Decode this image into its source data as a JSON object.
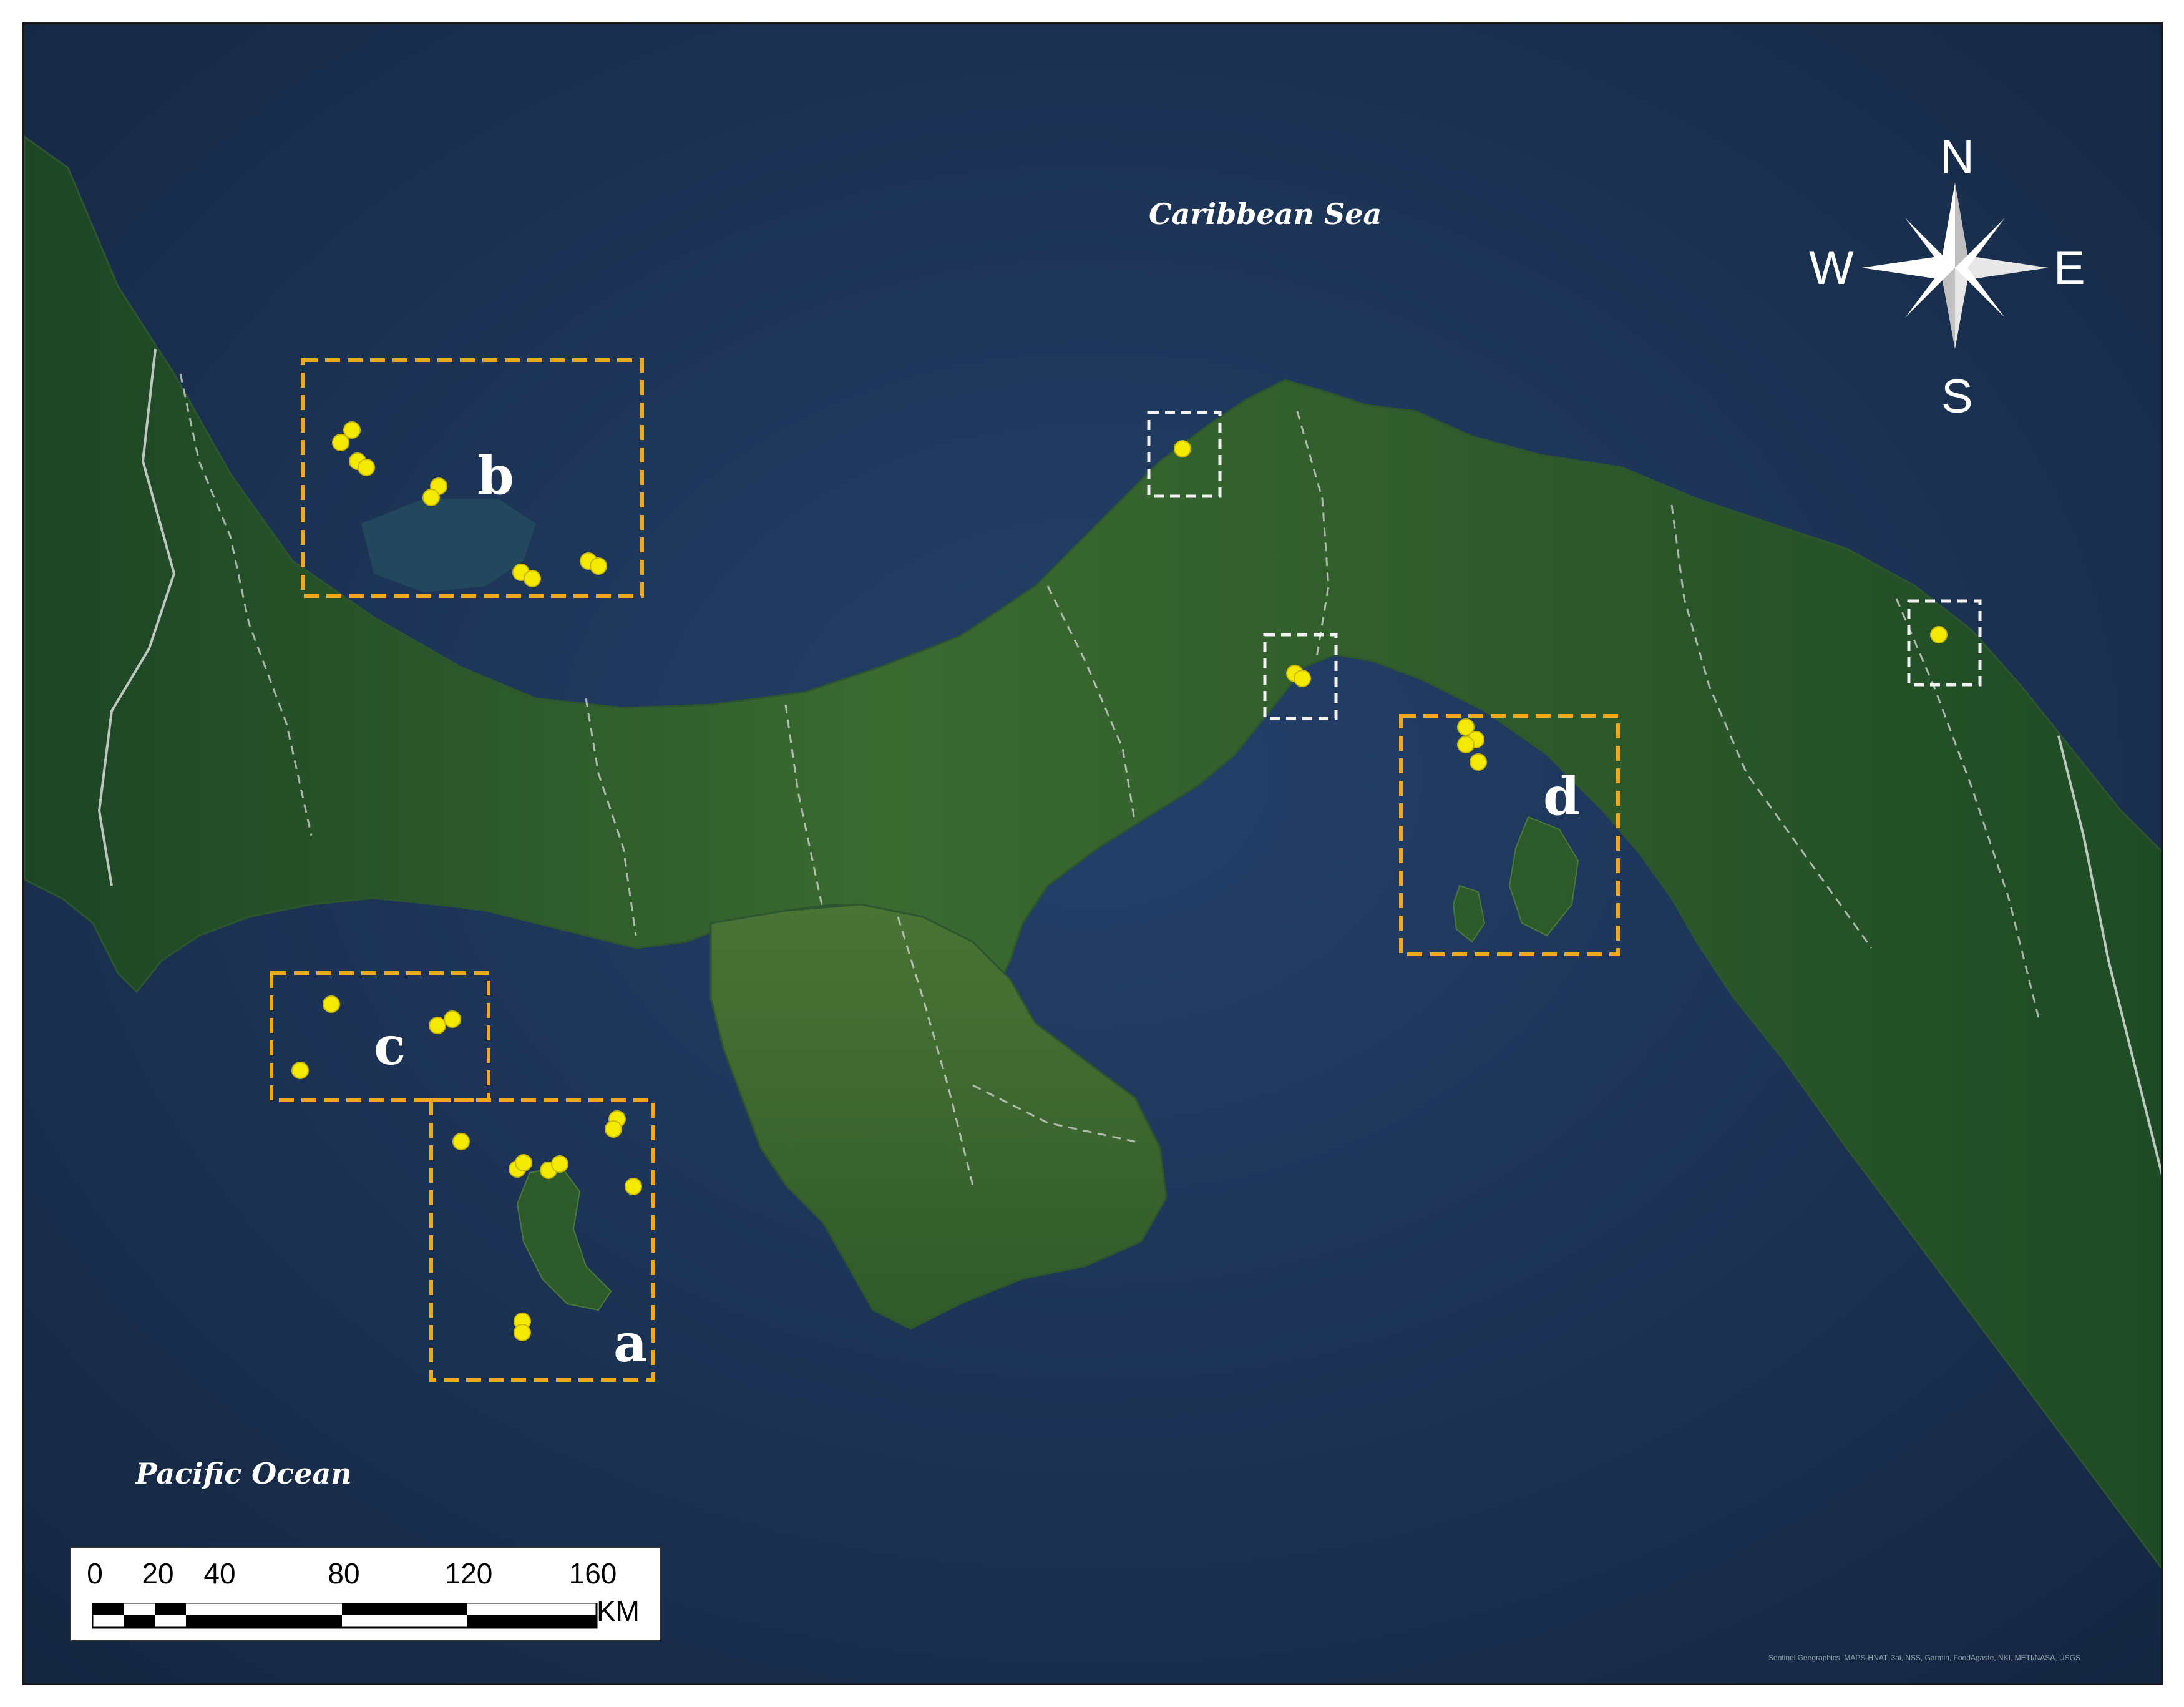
{
  "map": {
    "caribbean_label": "Caribbean Sea",
    "pacific_label": "Pacific Ocean",
    "attribution": "Sentinel Geographics, MAPS-HNAT, 3ai, NSS, Garmin, FoodAgaste, NKI, METI/NASA, USGS",
    "colors": {
      "sea": "#1d3453",
      "land_dark": "#1f4a26",
      "land_light": "#3f6e31",
      "study_box": "#f0a81c",
      "site_box": "#f2f2f2",
      "site_point": "#f4ea00"
    }
  },
  "study_areas": [
    {
      "letter": "a"
    },
    {
      "letter": "b"
    },
    {
      "letter": "c"
    },
    {
      "letter": "d"
    }
  ],
  "compass": {
    "north": "N",
    "south": "S",
    "east": "E",
    "west": "W"
  },
  "scale_bar": {
    "ticks": [
      "0",
      "20",
      "40",
      "80",
      "120",
      "160"
    ],
    "unit": "KM"
  }
}
